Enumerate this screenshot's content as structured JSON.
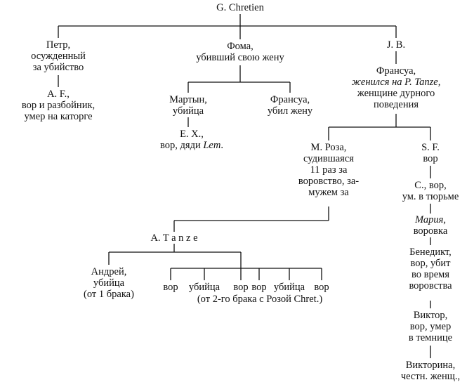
{
  "tree": {
    "root": "G. Chretien",
    "petr": [
      "Петр,",
      "осужденный",
      "за убийство"
    ],
    "af": [
      "A. F.,",
      "вор и разбойник,",
      "умер на каторге"
    ],
    "foma": [
      "Фома,",
      "убивший свою жену"
    ],
    "martyn": [
      "Мартын,",
      "убийца"
    ],
    "francois1": [
      "Франсуа,",
      "убил жену"
    ],
    "ex": [
      "E. X.,",
      "вор, дяди ",
      "Lem",
      "."
    ],
    "jb": "J. B.",
    "francois2": [
      "Франсуа,",
      "женился на P. Tanze,",
      "женщине дурного",
      "поведения"
    ],
    "mroza": [
      "M. Роза,",
      "судившаяся",
      "11 раз за",
      "воровство, за-",
      "мужем за"
    ],
    "sf": [
      "S. F.",
      "вор"
    ],
    "c": [
      "C., вор,",
      "ум. в тюрьме"
    ],
    "maria": [
      "Мария,",
      "воровка"
    ],
    "benedikt": [
      "Бенедикт,",
      "вор, убит",
      "во время",
      "воровства"
    ],
    "viktor": [
      "Виктор,",
      "вор, умер",
      "в темнице"
    ],
    "viktorina": [
      "Викторина,",
      "честн. женщ.,"
    ],
    "atanze": "A. T a n z e",
    "andrey": [
      "Андрей,",
      "убийца",
      "(от 1 брака)"
    ],
    "children2": [
      "вор",
      "убийца",
      "вор",
      "вор",
      "убийца",
      "вор"
    ],
    "children2_note": "(от 2-го брака с Розой Chret.)"
  }
}
